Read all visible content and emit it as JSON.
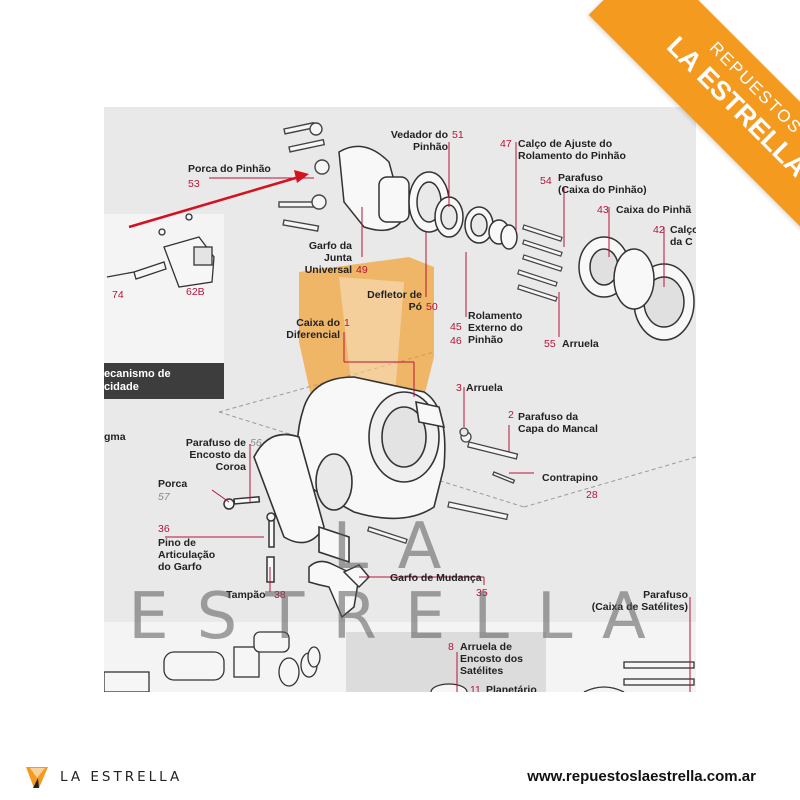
{
  "brand": {
    "ribbon_top": "REPUESTOS",
    "ribbon_bottom": "LA ESTRELLA",
    "watermark": "LA ESTRELLA",
    "footer_name": "LA ESTRELLA",
    "footer_url": "www.repuestoslaestrella.com.ar",
    "accent_color": "#f49a1f"
  },
  "section_title": "ecanismo de\ncidade",
  "labels": {
    "porca_pinhao": "Porca do Pinhão",
    "porca_pinhao_num": "53",
    "vedador": "Vedador do\nPinhão",
    "vedador_num": "51",
    "calco_ajuste": "Calço de Ajuste do\nRolamento do Pinhão",
    "calco_ajuste_num": "47",
    "parafuso_pinhao": "Parafuso\n(Caixa do Pinhão)",
    "parafuso_pinhao_num": "54",
    "caixa_pinhao": "Caixa do Pinhã",
    "caixa_pinhao_num": "43",
    "calco_c": "Calço\nda C",
    "calco_c_num": "42",
    "garfo_junta": "Garfo da\nJunta\nUniversal",
    "garfo_junta_num": "49",
    "defletor": "Defletor de\nPó",
    "defletor_num": "50",
    "item74": "74",
    "item62b": "62B",
    "caixa_dif": "Caixa do\nDiferencial",
    "caixa_dif_num": "1",
    "rolamento_ext": "Rolamento\nExterno do\nPinhão",
    "rolamento_ext_num1": "45",
    "rolamento_ext_num2": "46",
    "arruela55": "Arruela",
    "arruela55_num": "55",
    "arruela3": "Arruela",
    "arruela3_num": "3",
    "parafuso_capa": "Parafuso da\nCapa do Mancal",
    "parafuso_capa_num": "2",
    "gma": "gma",
    "parafuso_encosto": "Parafuso de\nEncosto da\nCoroa",
    "parafuso_encosto_num": "56",
    "contrapino": "Contrapino",
    "contrapino_num": "28",
    "porca": "Porca",
    "porca_num": "57",
    "pino_art": "Pino de\nArticulação\ndo Garfo",
    "pino_art_num": "36",
    "tampao": "Tampão",
    "tampao_num": "38",
    "garfo_mudanca": "Garfo de Mudança",
    "garfo_mudanca_num": "35",
    "parafuso_satelites": "Parafuso\n(Caixa de Satélites)",
    "arruela_encosto": "Arruela de\nEncosto dos\nSatélites",
    "arruela_encosto_num": "8",
    "planetario": "Planetário",
    "planetario_num": "11"
  }
}
